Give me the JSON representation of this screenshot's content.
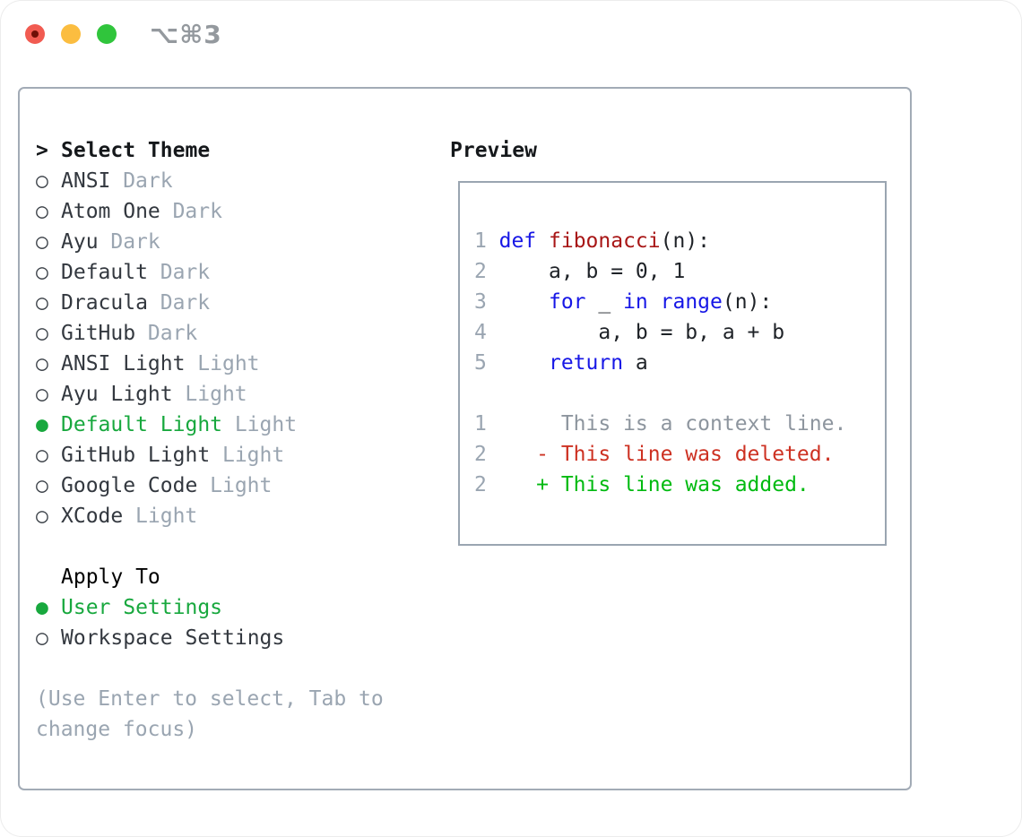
{
  "window": {
    "title": "⌥⌘3",
    "traffic_lights": [
      "close",
      "minimize",
      "zoom"
    ]
  },
  "colors": {
    "panel_border": "#a2abb6",
    "preview_border": "#9aa5b1",
    "selection_green": "#18a83e",
    "added_green": "#00ba10",
    "deleted_red": "#cd3122",
    "keyword_blue": "#1717e6",
    "function_red": "#a81616",
    "muted_gray": "#9aa5b1",
    "text_dark": "#33383f",
    "traffic_red": "#f15b51",
    "traffic_yellow": "#fbbd40",
    "traffic_green": "#30c53c"
  },
  "theme_panel": {
    "header": {
      "prefix": ">",
      "label": "Select Theme"
    },
    "radio_unselected": "○",
    "radio_selected": "●",
    "themes": [
      {
        "name": "ANSI",
        "tag": "Dark",
        "selected": false
      },
      {
        "name": "Atom One",
        "tag": "Dark",
        "selected": false
      },
      {
        "name": "Ayu",
        "tag": "Dark",
        "selected": false
      },
      {
        "name": "Default",
        "tag": "Dark",
        "selected": false
      },
      {
        "name": "Dracula",
        "tag": "Dark",
        "selected": false
      },
      {
        "name": "GitHub",
        "tag": "Dark",
        "selected": false
      },
      {
        "name": "ANSI Light",
        "tag": "Light",
        "selected": false
      },
      {
        "name": "Ayu Light",
        "tag": "Light",
        "selected": false
      },
      {
        "name": "Default Light",
        "tag": "Light",
        "selected": true
      },
      {
        "name": "GitHub Light",
        "tag": "Light",
        "selected": false
      },
      {
        "name": "Google Code",
        "tag": "Light",
        "selected": false
      },
      {
        "name": "XCode",
        "tag": "Light",
        "selected": false
      }
    ],
    "apply_to": {
      "label": "Apply To",
      "options": [
        {
          "name": "User Settings",
          "selected": true
        },
        {
          "name": "Workspace Settings",
          "selected": false
        }
      ]
    },
    "help_lines": [
      "(Use Enter to select, Tab to",
      "change focus)"
    ]
  },
  "preview": {
    "label": "Preview",
    "code_lines": [
      {
        "num": "1",
        "tokens": [
          {
            "t": "def",
            "c": "kw"
          },
          {
            "t": " ",
            "c": "pl"
          },
          {
            "t": "fibonacci",
            "c": "fn"
          },
          {
            "t": "(n):",
            "c": "pl"
          }
        ]
      },
      {
        "num": "2",
        "tokens": [
          {
            "t": "    a, b = 0, 1",
            "c": "pl"
          }
        ]
      },
      {
        "num": "3",
        "tokens": [
          {
            "t": "    ",
            "c": "pl"
          },
          {
            "t": "for",
            "c": "kw"
          },
          {
            "t": " _ ",
            "c": "pl"
          },
          {
            "t": "in",
            "c": "kw"
          },
          {
            "t": " ",
            "c": "pl"
          },
          {
            "t": "range",
            "c": "kw"
          },
          {
            "t": "(n):",
            "c": "pl"
          }
        ]
      },
      {
        "num": "4",
        "tokens": [
          {
            "t": "        a, b = b, a + b",
            "c": "pl"
          }
        ]
      },
      {
        "num": "5",
        "tokens": [
          {
            "t": "    ",
            "c": "pl"
          },
          {
            "t": "return",
            "c": "kw"
          },
          {
            "t": " a",
            "c": "pl"
          }
        ]
      }
    ],
    "diff_lines": [
      {
        "num": "1",
        "content": "     This is a context line.",
        "type": "context"
      },
      {
        "num": "2",
        "content": "   - This line was deleted.",
        "type": "deleted"
      },
      {
        "num": "2",
        "content": "   + This line was added.",
        "type": "added"
      }
    ]
  }
}
